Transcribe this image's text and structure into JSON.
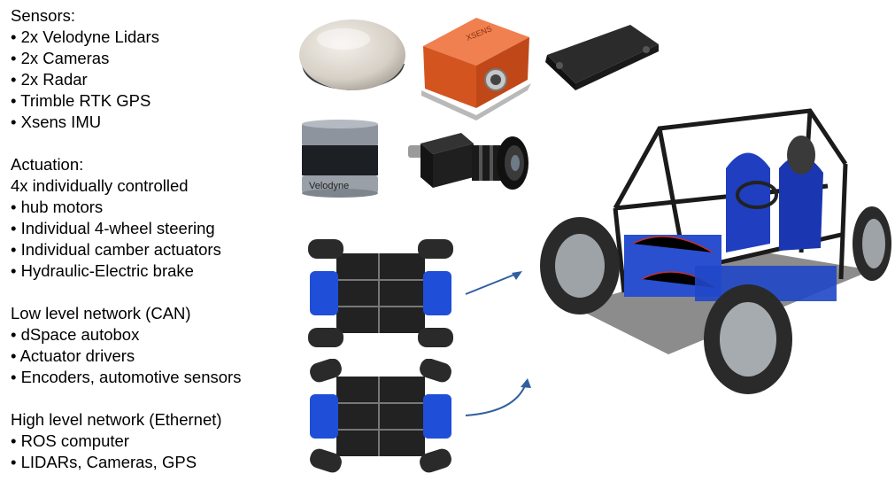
{
  "sections": [
    {
      "heading": "Sensors:",
      "lines": [
        "• 2x Velodyne Lidars",
        "• 2x Cameras",
        "• 2x Radar",
        "• Trimble RTK GPS",
        "• Xsens IMU"
      ]
    },
    {
      "heading": "Actuation:",
      "lines": [
        "4x individually controlled",
        "• hub motors",
        "• Individual 4-wheel steering",
        "• Individual camber actuators",
        "• Hydraulic-Electric brake"
      ]
    },
    {
      "heading": "Low level network (CAN)",
      "lines": [
        "• dSpace autobox",
        "• Actuator drivers",
        "• Encoders, automotive sensors"
      ]
    },
    {
      "heading": "High level network (Ethernet)",
      "lines": [
        "• ROS computer",
        "• LIDARs, Cameras, GPS"
      ]
    }
  ],
  "images": {
    "lidar_label": "Velodyne",
    "imu_label": "XSENS"
  },
  "colors": {
    "frame_blue": "#1f4fd8",
    "arrow_blue": "#2f5f9e",
    "imu_orange": "#e0622a",
    "tire": "#2a2a2a"
  }
}
